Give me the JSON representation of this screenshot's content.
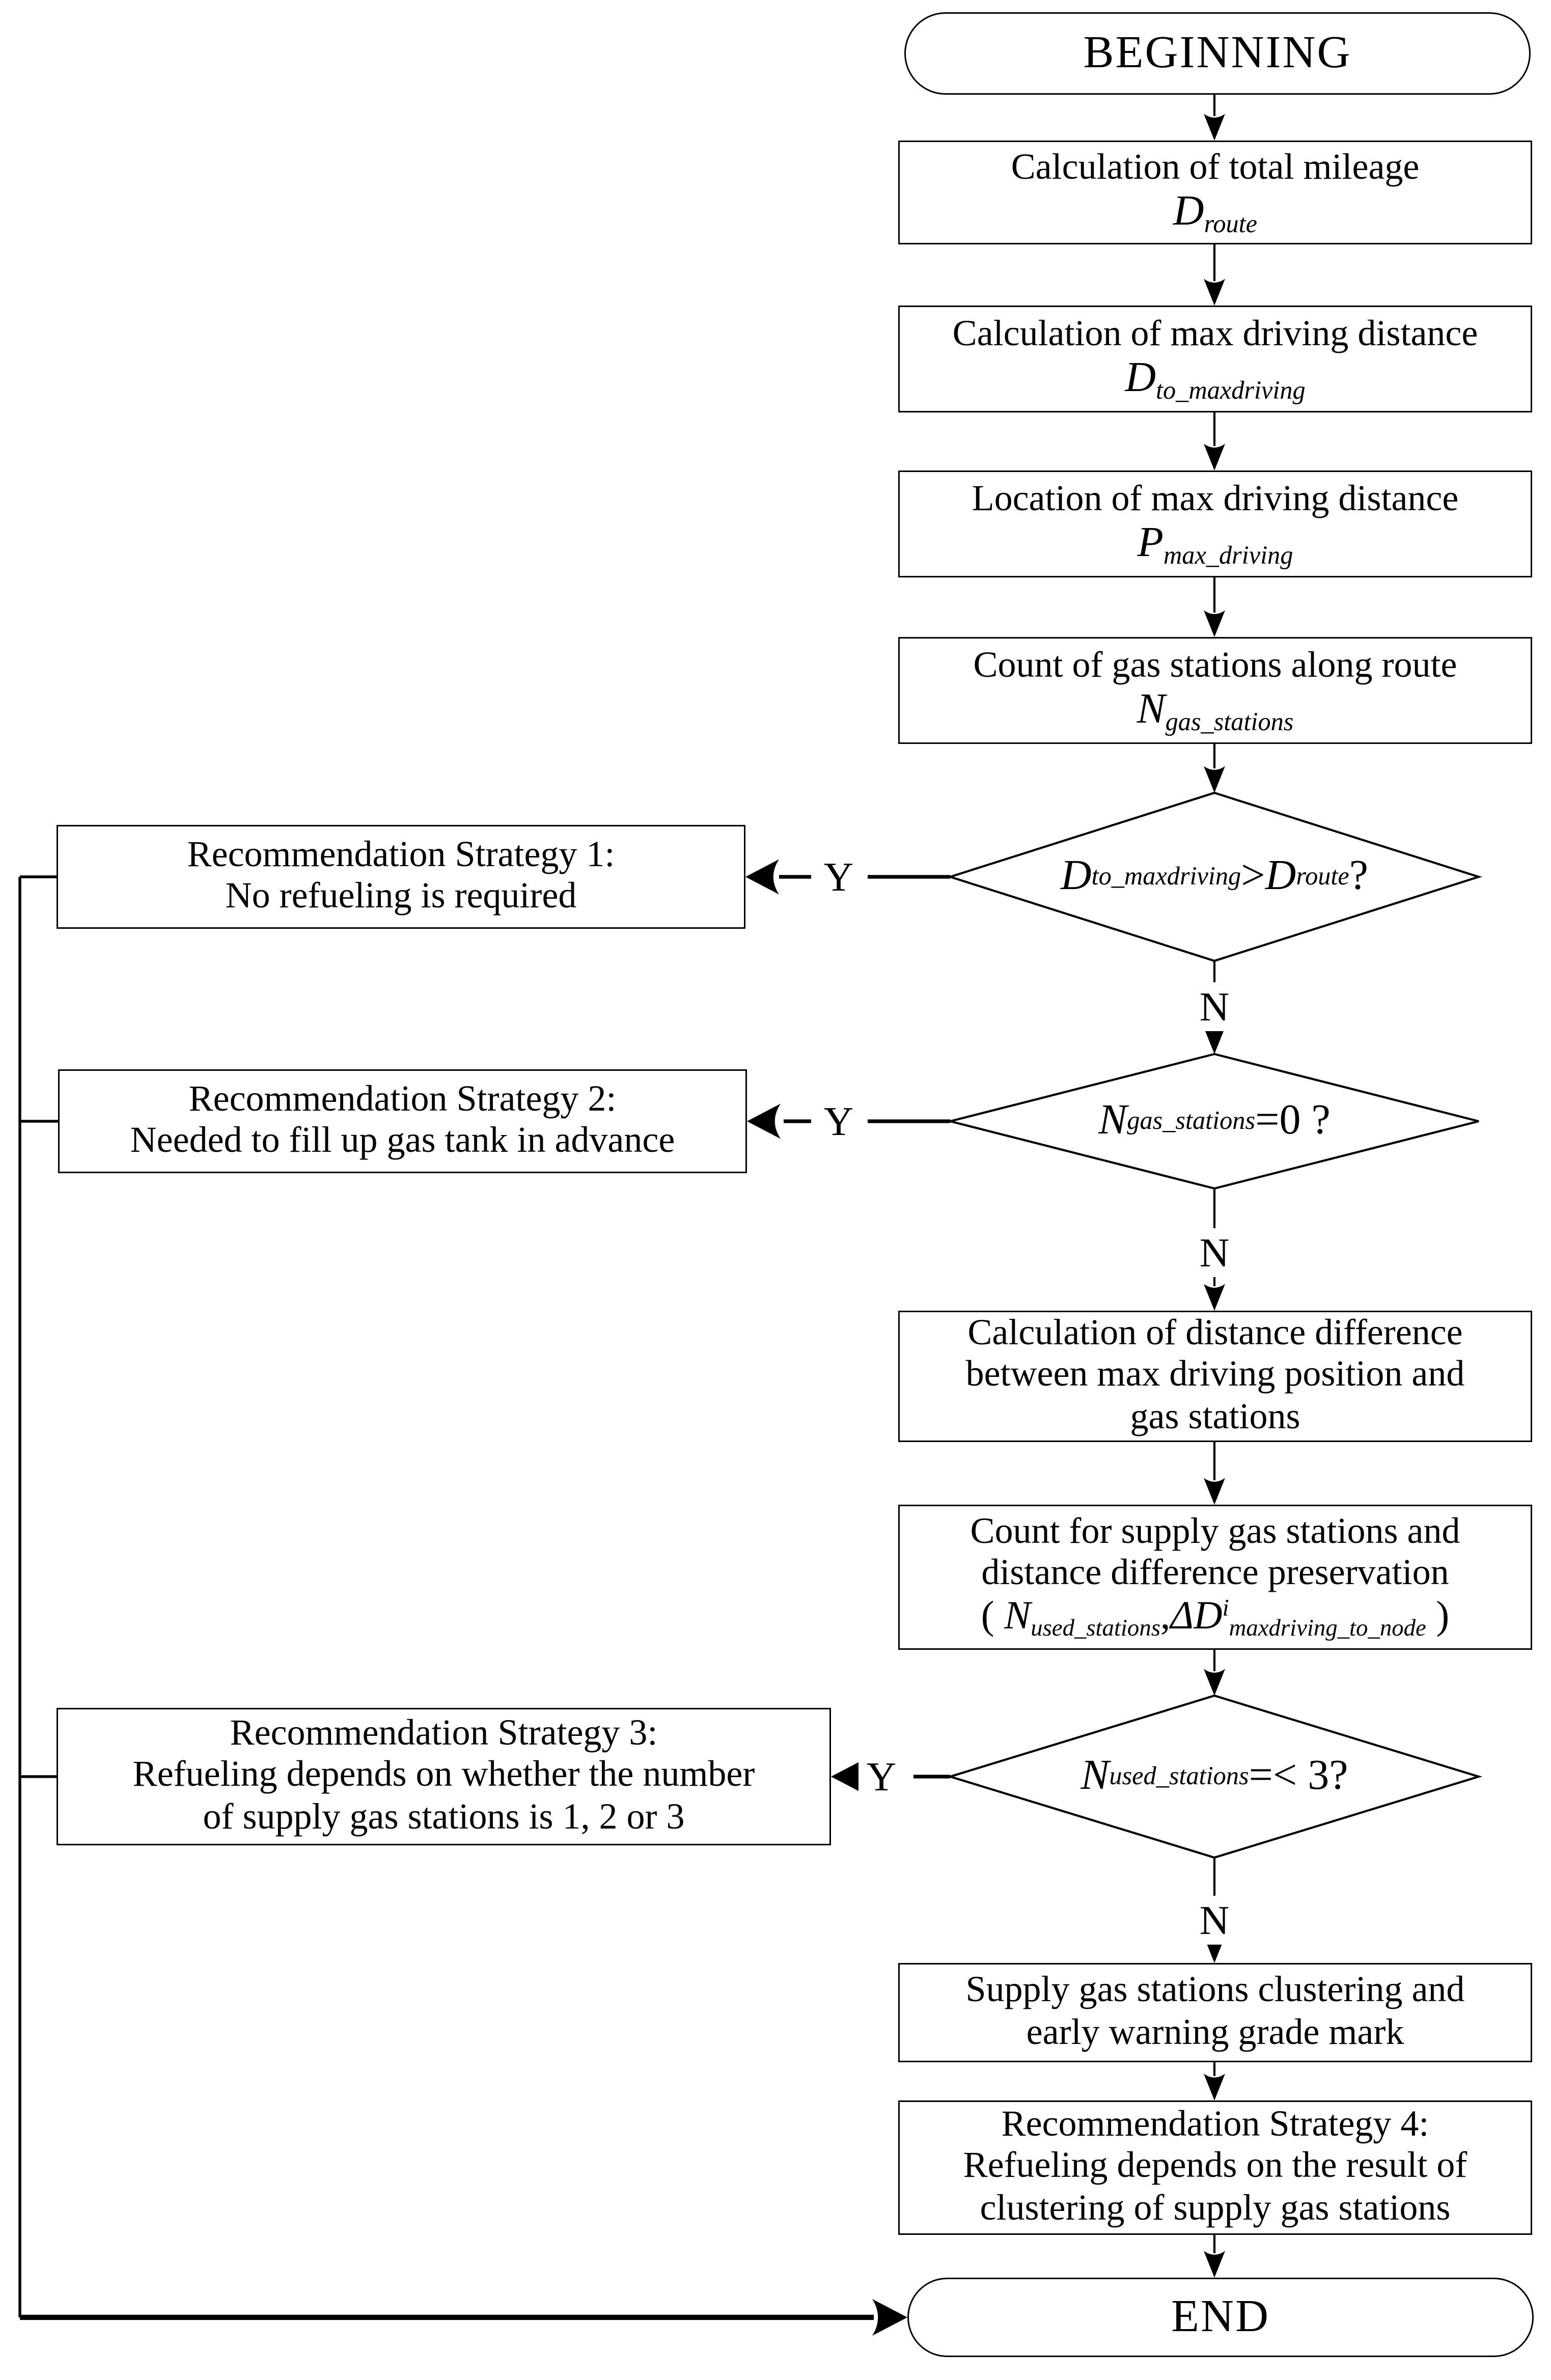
{
  "nodes": {
    "beginning": {
      "label": "BEGINNING"
    },
    "box_total_mileage": {
      "lines": [
        "Calculation of total mileage"
      ],
      "formula": [
        {
          "t": "D",
          "s": "var"
        },
        {
          "t": "route",
          "s": "sub"
        }
      ]
    },
    "box_max_driving": {
      "lines": [
        "Calculation of max driving distance"
      ],
      "formula": [
        {
          "t": "D",
          "s": "var"
        },
        {
          "t": "to_maxdriving",
          "s": "sub"
        }
      ]
    },
    "box_location": {
      "lines": [
        "Location of max driving distance"
      ],
      "formula": [
        {
          "t": "P",
          "s": "var"
        },
        {
          "t": "max_driving",
          "s": "sub"
        }
      ]
    },
    "box_count_stations": {
      "lines": [
        "Count of gas stations along route"
      ],
      "formula": [
        {
          "t": "N",
          "s": "var"
        },
        {
          "t": "gas_stations",
          "s": "sub"
        }
      ]
    },
    "decision_max_vs_route": {
      "formula": [
        {
          "t": "D",
          "s": "var"
        },
        {
          "t": "to_maxdriving",
          "s": "sub"
        },
        {
          "t": ">",
          "s": "plain"
        },
        {
          "t": "D",
          "s": "var"
        },
        {
          "t": "route",
          "s": "sub"
        },
        {
          "t": "?",
          "s": "plain"
        }
      ]
    },
    "strategy1": {
      "lines": [
        "Recommendation Strategy 1:",
        "No refueling is required"
      ]
    },
    "decision_gas_zero": {
      "formula": [
        {
          "t": "N",
          "s": "var"
        },
        {
          "t": "gas_stations",
          "s": "sub"
        },
        {
          "t": "=0 ?",
          "s": "plain"
        }
      ]
    },
    "strategy2": {
      "lines": [
        "Recommendation Strategy 2:",
        "Needed to fill up gas tank in advance"
      ]
    },
    "box_distance_diff": {
      "lines": [
        "Calculation of distance difference",
        "between max driving position and",
        "gas stations"
      ]
    },
    "box_count_supply": {
      "lines": [
        "Count for supply gas stations and",
        "distance difference preservation"
      ],
      "formula": [
        {
          "t": "( ",
          "s": "plain"
        },
        {
          "t": "N",
          "s": "var"
        },
        {
          "t": "used_stations",
          "s": "sub"
        },
        {
          "t": ",",
          "s": "plain"
        },
        {
          "t": "ΔD",
          "s": "var"
        },
        {
          "t": "i",
          "s": "sup"
        },
        {
          "t": "maxdriving_to_node",
          "s": "sub"
        },
        {
          "t": " )",
          "s": "plain"
        }
      ]
    },
    "decision_used_le3": {
      "formula": [
        {
          "t": "N",
          "s": "var"
        },
        {
          "t": "used_stations",
          "s": "sub"
        },
        {
          "t": " =< 3?",
          "s": "plain"
        }
      ]
    },
    "strategy3": {
      "lines": [
        "Recommendation Strategy 3:",
        "Refueling depends on whether  the number",
        "of supply gas stations is 1, 2 or 3"
      ]
    },
    "box_clustering": {
      "lines": [
        "Supply gas stations clustering and",
        "early warning grade mark"
      ]
    },
    "strategy4": {
      "lines": [
        "Recommendation Strategy 4:",
        "Refueling depends on the result of",
        "clustering of supply gas stations"
      ]
    },
    "end": {
      "label": "END"
    }
  },
  "edge_labels": {
    "yes": "Y",
    "no": "N"
  },
  "colors": {
    "ink": "#000000",
    "paper": "#ffffff"
  }
}
